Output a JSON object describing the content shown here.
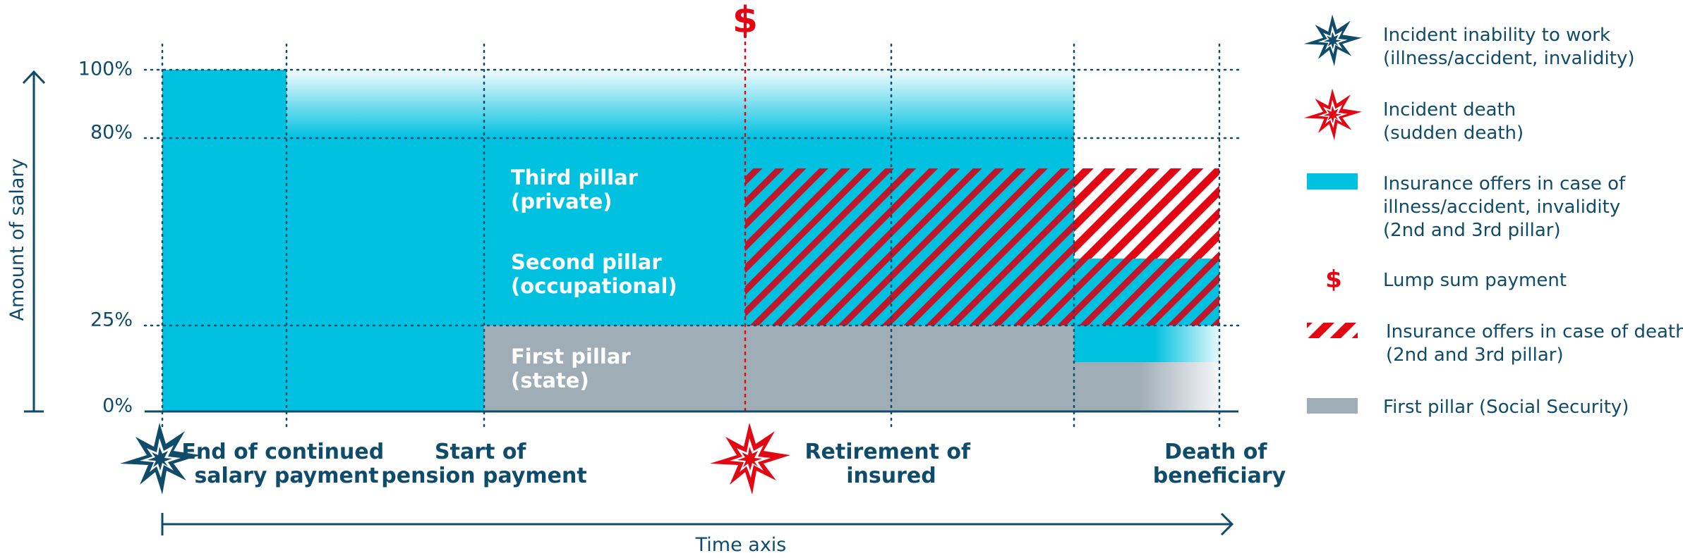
{
  "y_axis": {
    "title": "Amount of salary",
    "ticks": [
      {
        "value": 100,
        "label": "100%"
      },
      {
        "value": 80,
        "label": "80%"
      },
      {
        "value": 25,
        "label": "25%"
      },
      {
        "value": 0,
        "label": "0%"
      }
    ]
  },
  "x_axis": {
    "title": "Time axis"
  },
  "events": [
    {
      "line1": "End of continued",
      "line2": "salary payment"
    },
    {
      "line1": "Start of",
      "line2": "pension payment"
    },
    {
      "line1": "Retirement of",
      "line2": "insured"
    },
    {
      "line1": "Death of",
      "line2": "beneficiary"
    }
  ],
  "inside_labels": {
    "third": {
      "line1": "Third pillar",
      "line2": "(private)"
    },
    "second": {
      "line1": "Second pillar",
      "line2": "(occupational)"
    },
    "first": {
      "line1": "First pillar",
      "line2": "(state)"
    }
  },
  "lump_sum_symbol": "$",
  "legend": [
    {
      "icon": "blue-star-icon",
      "line1": "Incident inability to work",
      "line2": "(illness/accident, invalidity)",
      "line3": ""
    },
    {
      "icon": "red-star-icon",
      "line1": "Incident death",
      "line2": "(sudden death)",
      "line3": ""
    },
    {
      "icon": "cyan-bar-icon",
      "line1": "Insurance offers in case of",
      "line2": "illness/accident, invalidity",
      "line3": "(2nd and 3rd pillar)"
    },
    {
      "icon": "dollar-icon",
      "line1": "Lump sum payment",
      "line2": "",
      "line3": "",
      "symbol": "$"
    },
    {
      "icon": "red-hatch-icon",
      "line1": "Insurance offers in case of death",
      "line2": "(2nd and 3rd pillar)",
      "line3": ""
    },
    {
      "icon": "gray-bar-icon",
      "line1": "First pillar (Social Security)",
      "line2": "",
      "line3": ""
    }
  ],
  "colors": {
    "cyan": "#00c1e0",
    "gray": "#9fadb7",
    "navy": "#0f4c6b",
    "red": "#e30613"
  }
}
